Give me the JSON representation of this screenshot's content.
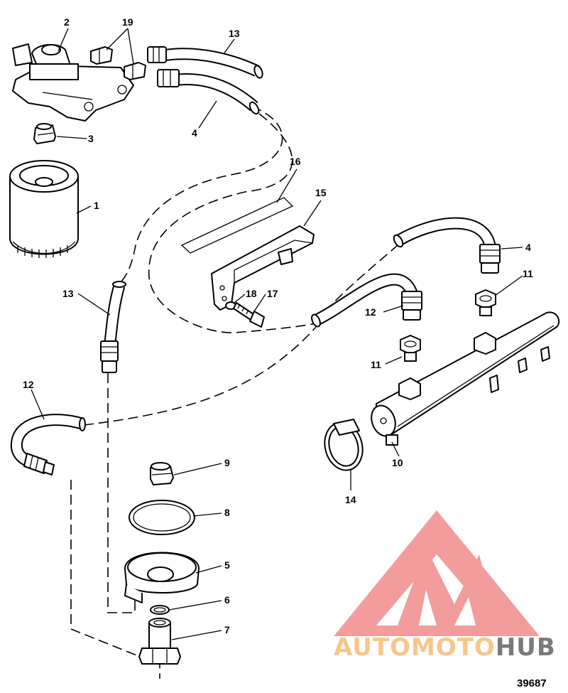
{
  "figure": {
    "number": "39687"
  },
  "callouts": [
    {
      "id": "c1",
      "text": "1"
    },
    {
      "id": "c2",
      "text": "2"
    },
    {
      "id": "c3",
      "text": "3"
    },
    {
      "id": "c4a",
      "text": "4"
    },
    {
      "id": "c4b",
      "text": "4"
    },
    {
      "id": "c5",
      "text": "5"
    },
    {
      "id": "c6",
      "text": "6"
    },
    {
      "id": "c7",
      "text": "7"
    },
    {
      "id": "c8",
      "text": "8"
    },
    {
      "id": "c9",
      "text": "9"
    },
    {
      "id": "c10",
      "text": "10"
    },
    {
      "id": "c11a",
      "text": "11"
    },
    {
      "id": "c11b",
      "text": "11"
    },
    {
      "id": "c12a",
      "text": "12"
    },
    {
      "id": "c12b",
      "text": "12"
    },
    {
      "id": "c13a",
      "text": "13"
    },
    {
      "id": "c13b",
      "text": "13"
    },
    {
      "id": "c14",
      "text": "14"
    },
    {
      "id": "c15",
      "text": "15"
    },
    {
      "id": "c16",
      "text": "16"
    },
    {
      "id": "c17",
      "text": "17"
    },
    {
      "id": "c18",
      "text": "18"
    },
    {
      "id": "c19",
      "text": "19"
    }
  ],
  "watermark": {
    "part1": "AUTOMOTO",
    "part2": "HUB",
    "color_light": "#f7c68a",
    "color_dark": "#7a7a7a",
    "logo_color": "#f28b8b"
  }
}
